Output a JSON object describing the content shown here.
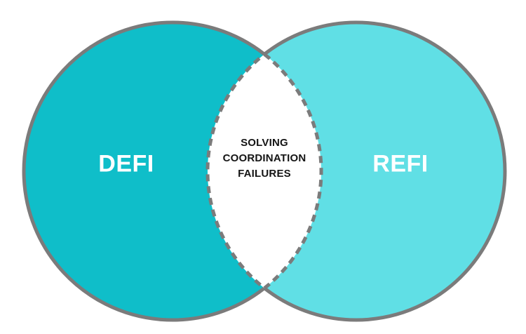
{
  "diagram": {
    "type": "venn-diagram",
    "background_color": "#FFFFFF",
    "outline_color": "#7B7B7B",
    "outline_width": "5",
    "dash_pattern": "10 7",
    "left_circle": {
      "label": "DEFI",
      "fill": "#0FBEC9",
      "label_color": "#FFFFFF"
    },
    "right_circle": {
      "label": "REFI",
      "fill": "#60DFE5",
      "label_color": "#FFFFFF"
    },
    "intersection": {
      "lines": [
        "SOLVING",
        "COORDINATION",
        "FAILURES"
      ],
      "fill": "#FFFFFF",
      "border_style": "dashed",
      "label_color": "#141414"
    }
  }
}
